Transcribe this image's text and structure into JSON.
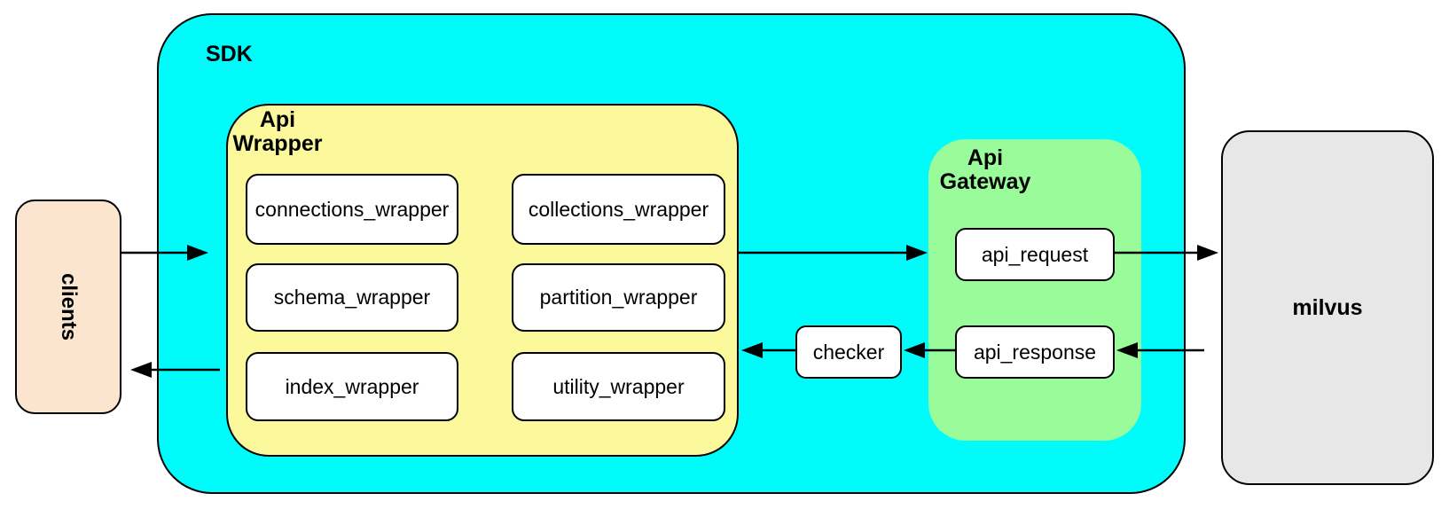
{
  "sdk": {
    "label": "SDK"
  },
  "clients": {
    "label": "clients"
  },
  "api_wrapper": {
    "label_line1": "Api",
    "label_line2": "Wrapper",
    "boxes": [
      "connections_wrapper",
      "collections_wrapper",
      "schema_wrapper",
      "partition_wrapper",
      "index_wrapper",
      "utility_wrapper"
    ]
  },
  "checker": {
    "label": "checker"
  },
  "api_gateway": {
    "label_line1": "Api",
    "label_line2": "Gateway",
    "request_label": "api_request",
    "response_label": "api_response"
  },
  "milvus": {
    "label": "milvus"
  },
  "connections": [
    {
      "from": "clients",
      "to": "sdk",
      "direction": "right"
    },
    {
      "from": "api_wrapper",
      "to": "api_gateway",
      "direction": "right"
    },
    {
      "from": "api_request",
      "to": "milvus",
      "direction": "right"
    },
    {
      "from": "milvus",
      "to": "api_response",
      "direction": "left"
    },
    {
      "from": "api_response",
      "to": "checker",
      "direction": "left"
    },
    {
      "from": "checker",
      "to": "api_wrapper",
      "direction": "left"
    },
    {
      "from": "api_wrapper",
      "to": "clients",
      "direction": "left"
    }
  ],
  "colors": {
    "sdk_fill": "#00FBFB",
    "wrapper_fill": "#FBF99B",
    "gateway_fill": "#99FB99",
    "clients_fill": "#FCE5CE",
    "milvus_fill": "#E7E7E7",
    "box_fill": "#FFFFFF",
    "stroke": "#000000"
  }
}
